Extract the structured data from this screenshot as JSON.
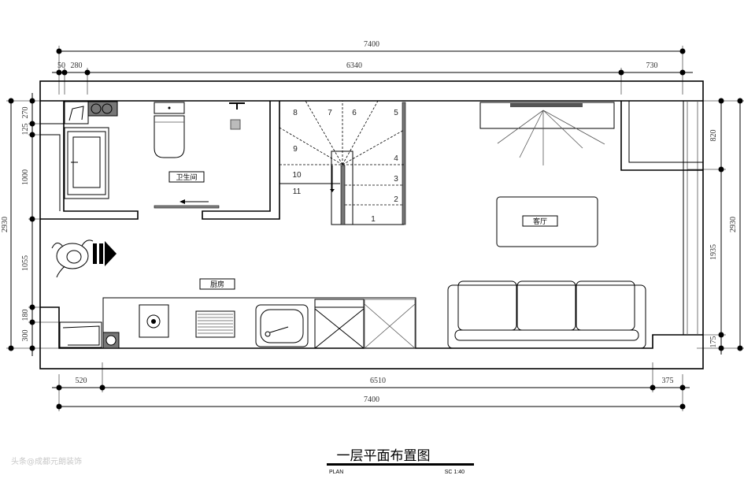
{
  "drawing": {
    "title": "一层平面布置图",
    "subtitle_left": "PLAN",
    "scale": "SC 1:40",
    "watermark": "头条@成都元朗装饰"
  },
  "rooms": {
    "bathroom": "卫生间",
    "kitchen": "厨房",
    "living_room": "客厅"
  },
  "dimensions": {
    "top_total": "7400",
    "top": [
      "50",
      "280",
      "6340",
      "730"
    ],
    "bottom": [
      "520",
      "6510",
      "375"
    ],
    "bottom_total": "7400",
    "left": [
      "270",
      "125",
      "1000",
      "1055",
      "180",
      "300"
    ],
    "left_total": "2930",
    "right": [
      "820",
      "1935",
      "175"
    ],
    "right_total": "2930"
  },
  "stairs": {
    "steps": [
      "1",
      "2",
      "3",
      "4",
      "5",
      "6",
      "7",
      "8",
      "9",
      "10",
      "11"
    ]
  }
}
